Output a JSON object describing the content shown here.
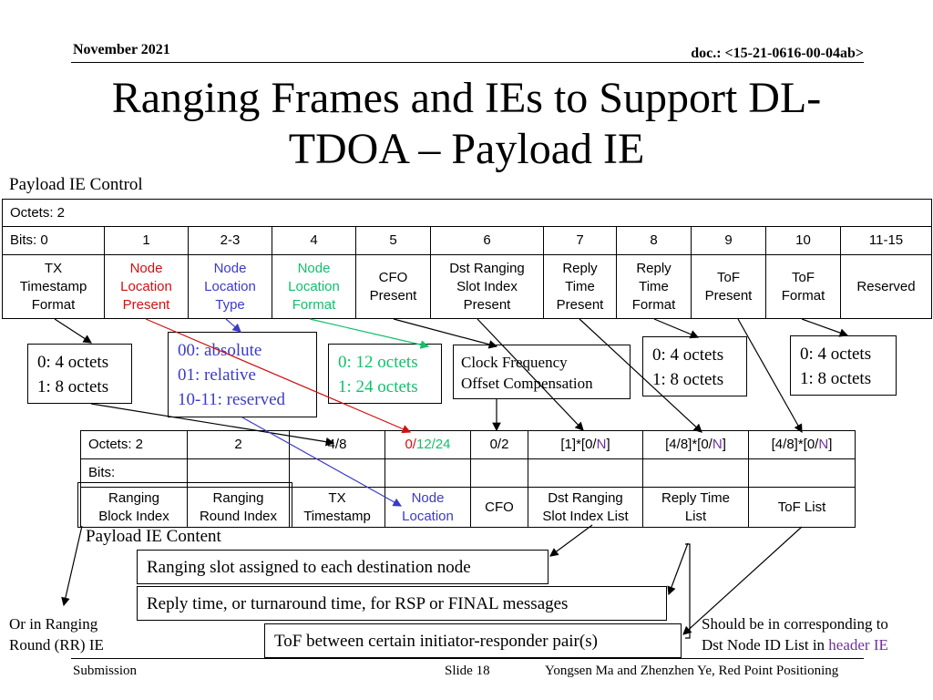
{
  "header": {
    "date": "November 2021",
    "doc": "doc.: <15-21-0616-00-04ab>"
  },
  "title_line1": "Ranging Frames and IEs to Support DL-",
  "title_line2": "TDOA – Payload IE",
  "control": {
    "label": "Payload IE Control",
    "octets": "Octets: 2",
    "bits": [
      "Bits: 0",
      "1",
      "2-3",
      "4",
      "5",
      "6",
      "7",
      "8",
      "9",
      "10",
      "11-15"
    ],
    "fields": [
      [
        "TX",
        "Timestamp",
        "Format"
      ],
      [
        "Node",
        "Location",
        "Present"
      ],
      [
        "Node",
        "Location",
        "Type"
      ],
      [
        "Node",
        "Location",
        "Format"
      ],
      [
        "CFO",
        "Present"
      ],
      [
        "Dst Ranging",
        "Slot Index",
        "Present"
      ],
      [
        "Reply",
        "Time",
        "Present"
      ],
      [
        "Reply",
        "Time",
        "Format"
      ],
      [
        "ToF",
        "Present"
      ],
      [
        "ToF",
        "Format"
      ],
      [
        "Reserved"
      ]
    ]
  },
  "notes": {
    "ts_format": [
      "0: 4 octets",
      "1: 8 octets"
    ],
    "loc_type": [
      "00: absolute",
      "01: relative",
      "10-11: reserved"
    ],
    "loc_format": [
      "0: 12 octets",
      "1: 24 octets"
    ],
    "cfo": [
      "Clock Frequency",
      "Offset Compensation"
    ],
    "reply_format": [
      "0: 4 octets",
      "1: 8 octets"
    ],
    "tof_format": [
      "0: 4 octets",
      "1: 8 octets"
    ]
  },
  "content": {
    "label": "Payload IE Content",
    "octets_label": "Octets: 2",
    "octets": [
      "2",
      "4/8"
    ],
    "loc_octets": {
      "a": "0/",
      "b": "12/24"
    },
    "cfo_octets": "0/2",
    "slot_octets": {
      "a": "[1]*[0/",
      "n": "N",
      "c": "]"
    },
    "reply_octets": {
      "a": "[4/8]*[0/",
      "n": "N",
      "c": "]"
    },
    "tof_octets": {
      "a": "[4/8]*[0/",
      "n": "N",
      "c": "]"
    },
    "bits_label": "Bits:",
    "fields": [
      [
        "Ranging",
        "Block Index"
      ],
      [
        "Ranging",
        "Round Index"
      ],
      [
        "TX",
        "Timestamp"
      ],
      [
        "Node",
        "Location"
      ],
      [
        "CFO"
      ],
      [
        "Dst Ranging",
        "Slot Index List"
      ],
      [
        "Reply Time",
        "List"
      ],
      [
        "ToF List"
      ]
    ]
  },
  "descriptions": {
    "slot": "Ranging slot assigned to each destination node",
    "reply": "Reply time, or turnaround time, for RSP or FINAL messages",
    "tof": "ToF between certain initiator-responder pair(s)"
  },
  "side_left": [
    "Or in Ranging",
    "Round (RR) IE"
  ],
  "side_right": {
    "line1": "Should be in corresponding to",
    "line2a": "Dst Node ID List in ",
    "line2b": "header IE"
  },
  "footer": {
    "left": "Submission",
    "slide": "Slide 18",
    "authors": "Yongsen Ma and Zhenzhen Ye, Red Point Positioning"
  },
  "colors": {
    "blue": "#3b3bc8",
    "red": "#d01010",
    "green": "#12c06a",
    "purple": "#7030a0"
  }
}
